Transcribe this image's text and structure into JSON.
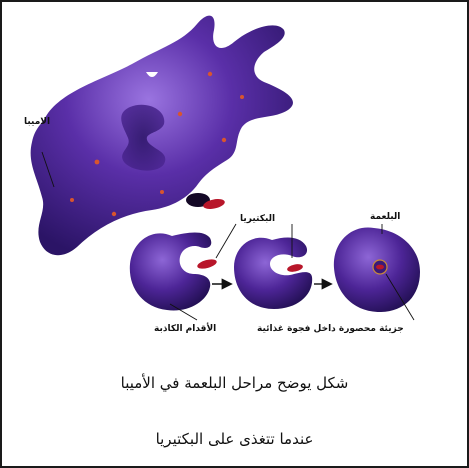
{
  "labels": {
    "amoeba": "الاميبا",
    "bacterium": "البكتيريا",
    "engulfing": "البلعمة",
    "pseudopods": "الأقدام الكاذبة",
    "particle": "جزيئة محصورة داخل فجوة غذائية"
  },
  "caption": {
    "line1": "شكل يوضح مراحل البلعمة في الأميبا",
    "line2": "عندما تتغذى على البكتيريا"
  },
  "colors": {
    "cell_dark": "#2b1466",
    "cell_mid": "#5a2fa8",
    "cell_light": "#8d66d6",
    "bacterium": "#b8162a",
    "dots": "#d8552e"
  }
}
